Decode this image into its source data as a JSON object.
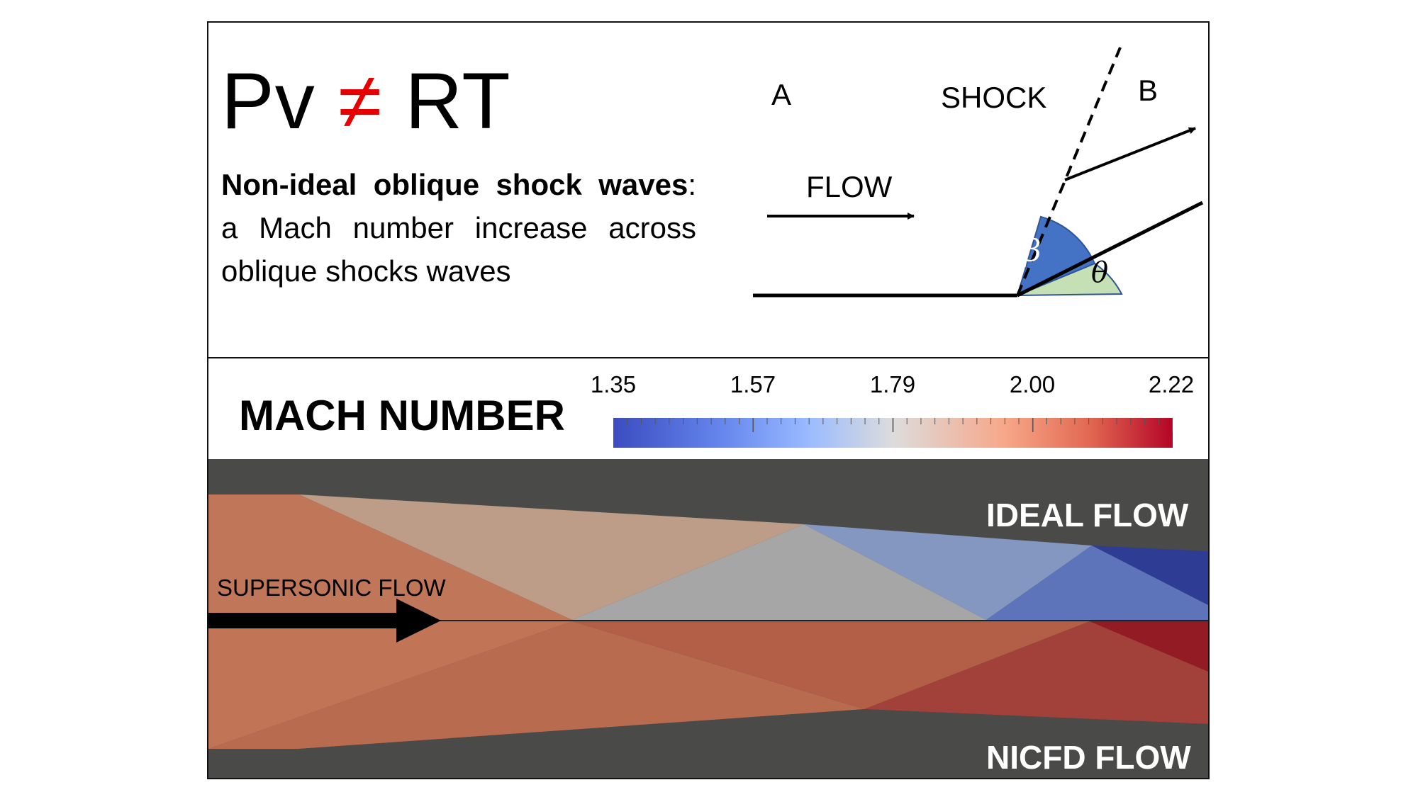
{
  "equation": {
    "left": "Pv",
    "operator": "≠",
    "right": "RT"
  },
  "description": {
    "bold_part": "Non-ideal oblique shock waves",
    "colon": ":",
    "line2": "a Mach number increase across",
    "line3": "oblique shocks waves"
  },
  "shock_diagram": {
    "label_a": "A",
    "label_b": "B",
    "shock_label": "SHOCK",
    "flow_label": "FLOW",
    "beta_symbol": "β",
    "theta_symbol": "θ"
  },
  "mach_legend": {
    "title": "MACH NUMBER",
    "ticks": [
      "1.35",
      "1.57",
      "1.79",
      "2.00",
      "2.22"
    ],
    "min": 1.35,
    "max": 2.22
  },
  "flow_panel": {
    "ideal_label": "IDEAL FLOW",
    "nicfd_label": "NICFD FLOW",
    "supersonic_label": "SUPERSONIC FLOW"
  },
  "colors": {
    "neq_red": "#e60000",
    "wall_gray": "#4a4a48",
    "beta_fill": "#4472c4",
    "theta_fill": "#c5e0b4"
  }
}
